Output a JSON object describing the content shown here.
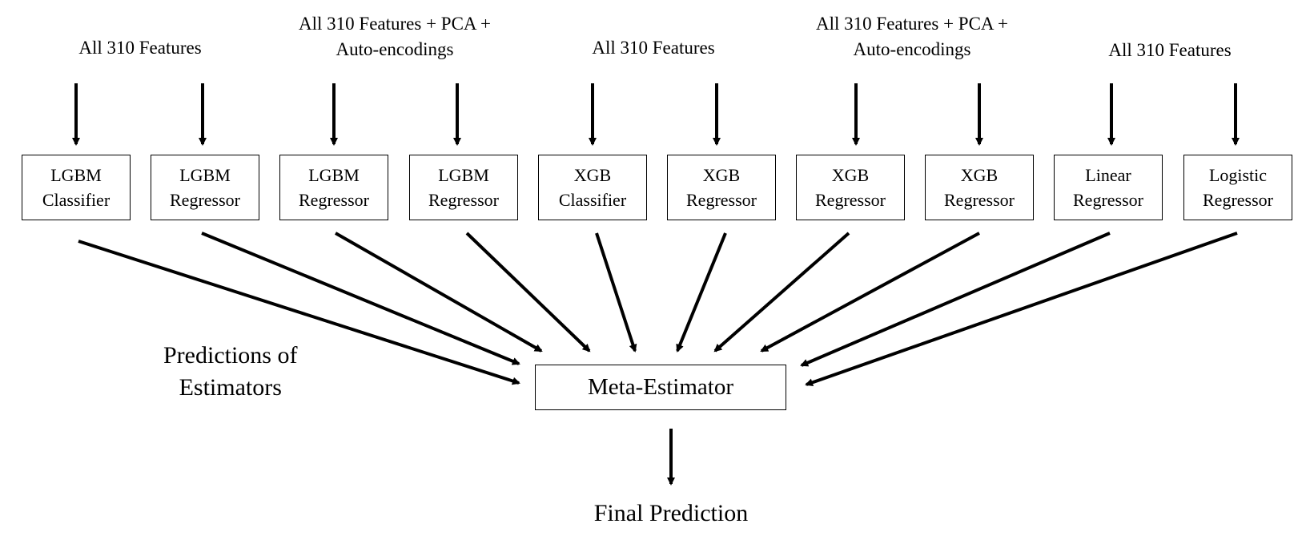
{
  "feature_groups": [
    {
      "line1": "All 310 Features",
      "line2": ""
    },
    {
      "line1": "All 310 Features + PCA +",
      "line2": "Auto-encodings"
    },
    {
      "line1": "All 310 Features",
      "line2": ""
    },
    {
      "line1": "All 310 Features + PCA +",
      "line2": "Auto-encodings"
    },
    {
      "line1": "All 310 Features",
      "line2": ""
    }
  ],
  "estimators": [
    {
      "line1": "LGBM",
      "line2": "Classifier"
    },
    {
      "line1": "LGBM",
      "line2": "Regressor"
    },
    {
      "line1": "LGBM",
      "line2": "Regressor"
    },
    {
      "line1": "LGBM",
      "line2": "Regressor"
    },
    {
      "line1": "XGB",
      "line2": "Classifier"
    },
    {
      "line1": "XGB",
      "line2": "Regressor"
    },
    {
      "line1": "XGB",
      "line2": "Regressor"
    },
    {
      "line1": "XGB",
      "line2": "Regressor"
    },
    {
      "line1": "Linear",
      "line2": "Regressor"
    },
    {
      "line1": "Logistic",
      "line2": "Regressor"
    }
  ],
  "predictions_label": {
    "line1": "Predictions of",
    "line2": "Estimators"
  },
  "meta_estimator": "Meta-Estimator",
  "final_output": "Final Prediction"
}
